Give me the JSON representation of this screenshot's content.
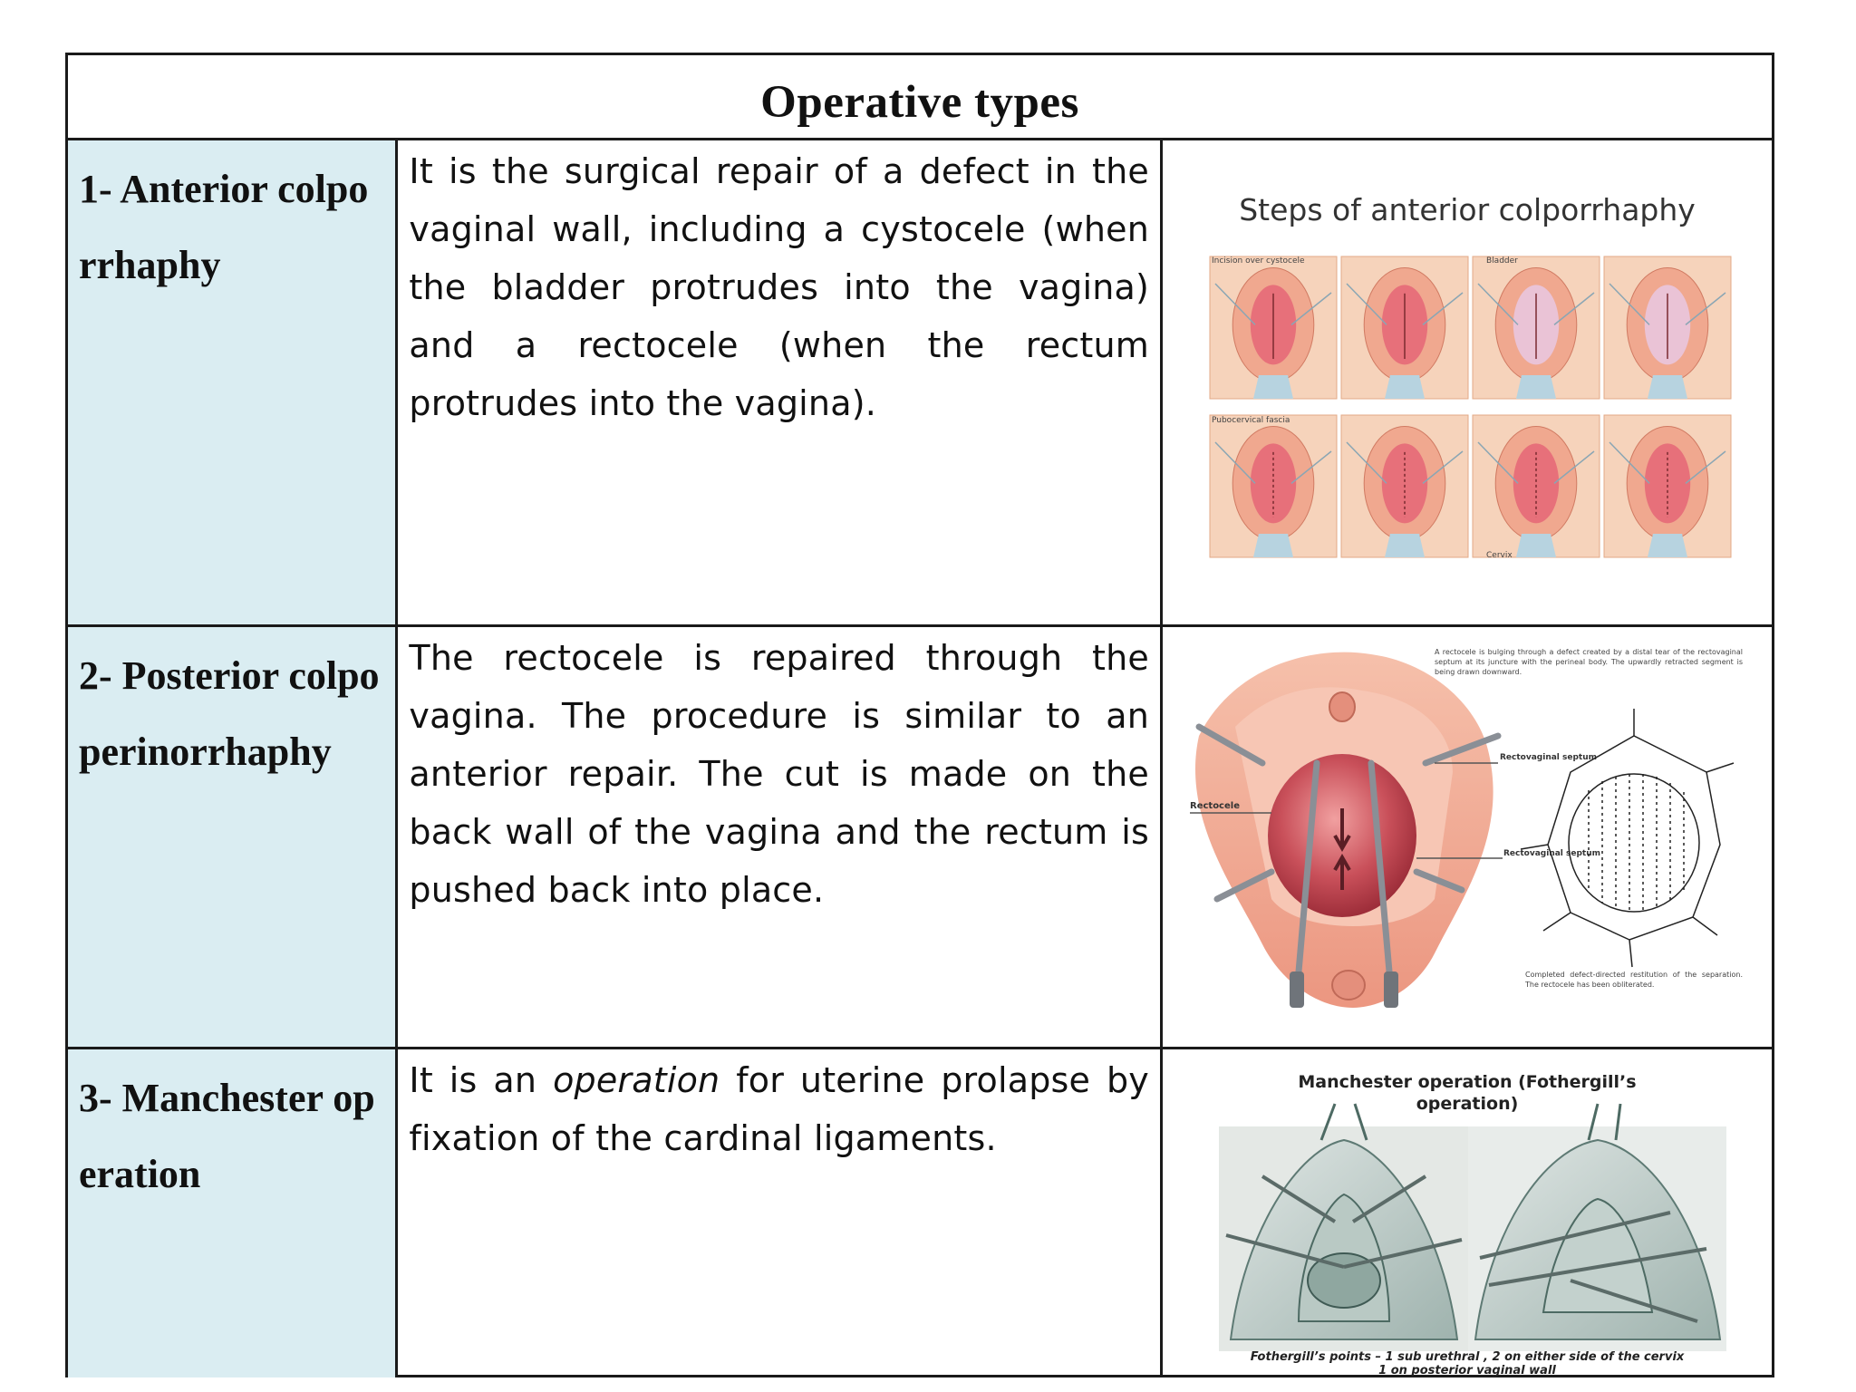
{
  "title": "Operative types",
  "rows": [
    {
      "name": "1- Anterior colporrhaphy",
      "description": "It is the surgical repair of a defect in the vaginal wall, including a cystocele (when the bladder protrudes into the vagina) and a rectocele (when the rectum protrudes into the vagina).",
      "figure": {
        "title": "Steps of anterior colporrhaphy",
        "labels": [
          "Incision over cystocele",
          "Bladder",
          "Pubocervical fascia",
          "Cervix"
        ]
      }
    },
    {
      "name": "2- Posterior colpoperinorrhaphy",
      "description": "The rectocele is repaired through the vagina. The procedure is similar to an anterior repair. The cut is made on the back wall of the vagina and the rectum is pushed back into place.",
      "figure": {
        "caption_top": "A rectocele is bulging through a defect created by a distal tear of the rectovaginal septum at its juncture with the perineal body. The upwardly retracted segment is being drawn downward.",
        "labels": [
          "Rectocele",
          "Rectovaginal septum",
          "Rectovaginal septum"
        ],
        "caption_bottom": "Completed defect-directed restitution of the separation. The rectocele has been obliterated."
      }
    },
    {
      "name": "3- Manchester operation",
      "description_before": "It is an ",
      "description_em": "operation",
      "description_after": " for uterine prolapse by fixation of the cardinal ligaments.",
      "figure": {
        "title_line1": "Manchester operation (Fothergill’s",
        "title_line2": "operation)",
        "caption_line1": "Fothergill’s points – 1 sub urethral , 2 on either side of the cervix",
        "caption_line2": "1 on posterior vaginal wall"
      }
    }
  ]
}
